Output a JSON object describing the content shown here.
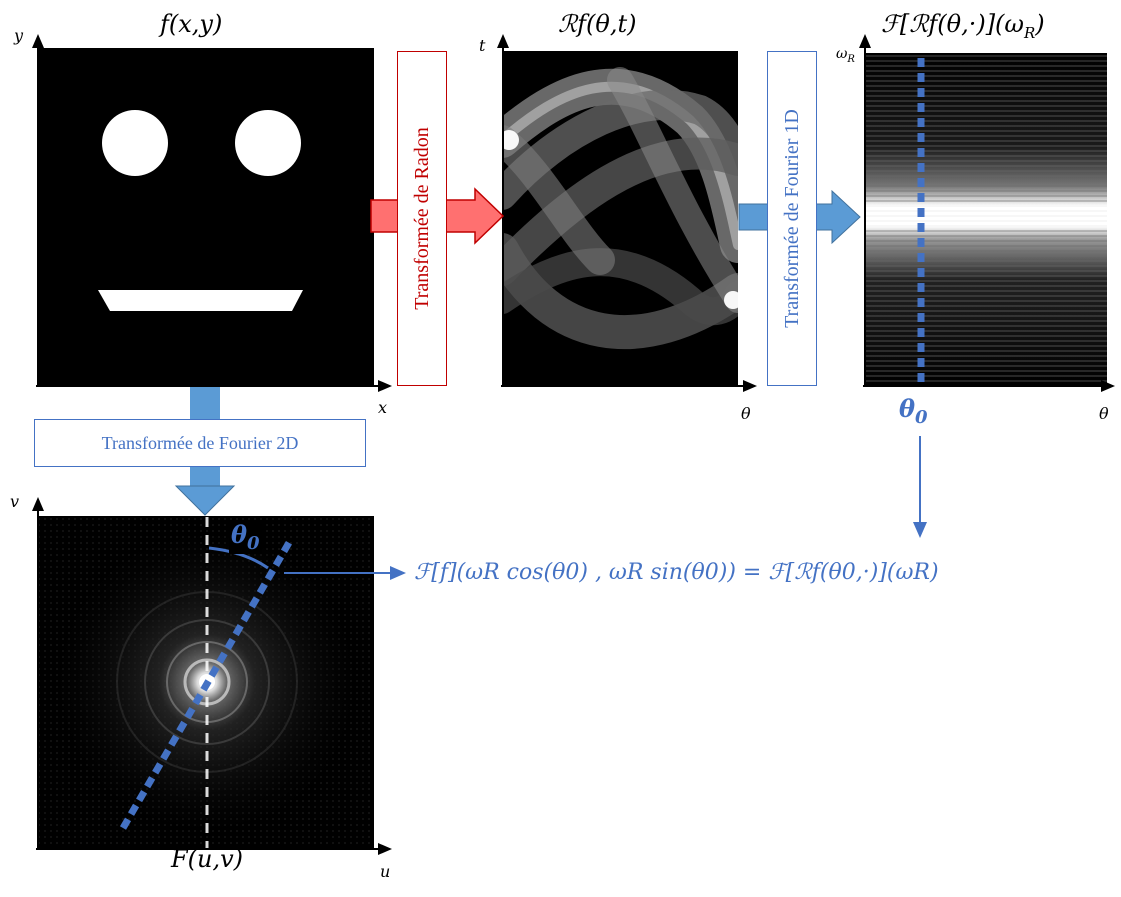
{
  "panels": {
    "image": {
      "title": "f(x,y)",
      "x_axis": "x",
      "y_axis": "y"
    },
    "sinogram": {
      "title": "ℛf(θ,t)",
      "x_axis": "θ",
      "y_axis": "t"
    },
    "fourier_1d": {
      "title": "ℱ[ℛf(θ,·)](ω",
      "title_sub": "R",
      "title_end": ")",
      "x_axis": "θ",
      "y_axis": "ω",
      "y_axis_sub": "R",
      "theta_label": "θ",
      "theta_sub": "0"
    },
    "fourier_2d": {
      "title": "F(u,v)",
      "x_axis": "u",
      "y_axis": "v",
      "angle_label": "θ",
      "angle_sub": "0"
    }
  },
  "transforms": {
    "radon": "Transformée de Radon",
    "fourier_1d": "Transformée de Fourier 1D",
    "fourier_2d": "Transformée de Fourier 2D"
  },
  "formula": "ℱ[f](ωR cos(θ0) , ωR sin(θ0)) = ℱ[ℛf(θ0,·)](ωR)",
  "colors": {
    "blue": "#4472c4",
    "red": "#c00000",
    "red_fill": "#ff7070"
  }
}
